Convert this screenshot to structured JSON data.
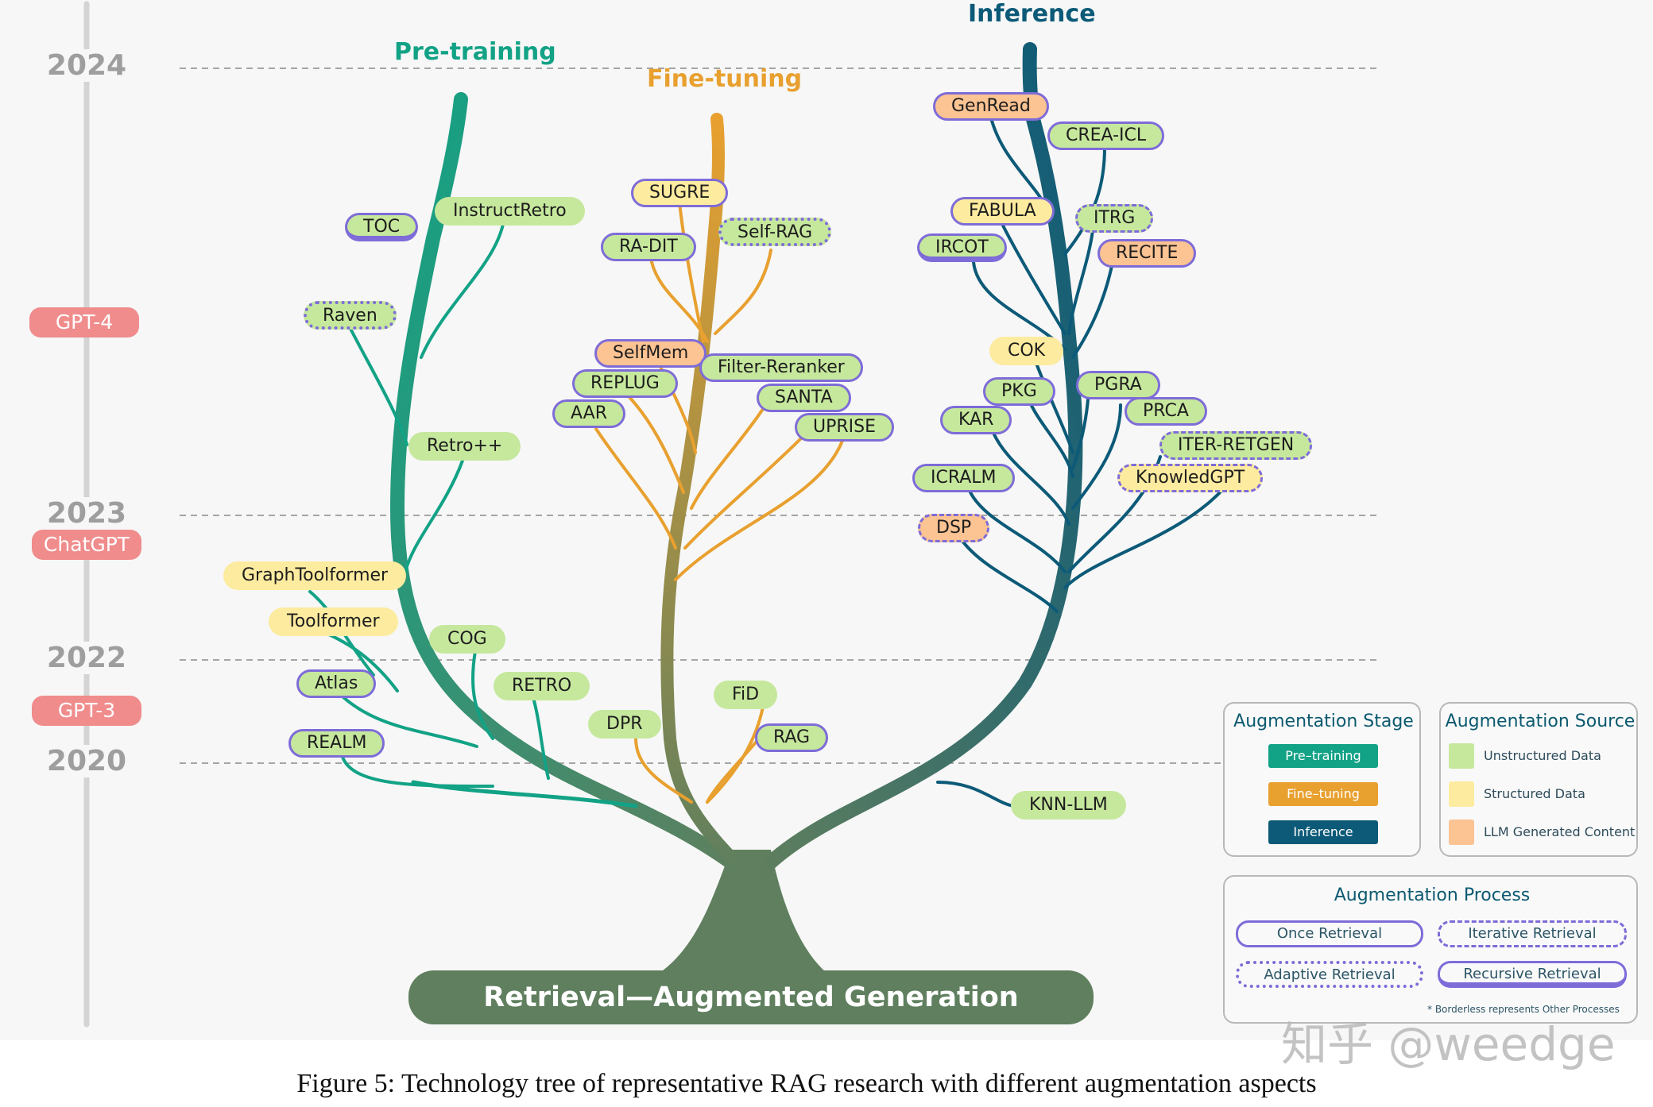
{
  "colors": {
    "pretraining": "#12a286",
    "finetuning": "#e8a02f",
    "inference": "#0c5a78",
    "trunk": "#5f7f5e",
    "unstructured": "#c6e89d",
    "structured": "#fdeb9f",
    "llm_generated": "#fcc393",
    "process_border": "#7e6cd8",
    "milestone": "#f08c8c",
    "year": "#9e9e9e"
  },
  "timeline": {
    "years": [
      "2024",
      "2023",
      "2022",
      "2020"
    ],
    "milestones": [
      "GPT-4",
      "ChatGPT",
      "GPT-3"
    ]
  },
  "stages": {
    "pretraining": "Pre-training",
    "finetuning": "Fine-tuning",
    "inference": "Inference"
  },
  "root_label": "Retrieval—Augmented Generation",
  "nodes": {
    "TOC": {
      "label": "TOC",
      "source": "unstructured",
      "process": "recursive"
    },
    "InstructRetro": {
      "label": "InstructRetro",
      "source": "unstructured",
      "process": "none"
    },
    "Raven": {
      "label": "Raven",
      "source": "unstructured",
      "process": "adaptive"
    },
    "RetroPP": {
      "label": "Retro++",
      "source": "unstructured",
      "process": "none"
    },
    "GraphToolformer": {
      "label": "GraphToolformer",
      "source": "structured",
      "process": "none"
    },
    "Toolformer": {
      "label": "Toolformer",
      "source": "structured",
      "process": "none"
    },
    "COG": {
      "label": "COG",
      "source": "unstructured",
      "process": "none"
    },
    "Atlas": {
      "label": "Atlas",
      "source": "unstructured",
      "process": "once"
    },
    "RETRO": {
      "label": "RETRO",
      "source": "unstructured",
      "process": "none"
    },
    "REALM": {
      "label": "REALM",
      "source": "unstructured",
      "process": "once"
    },
    "SUGRE": {
      "label": "SUGRE",
      "source": "structured",
      "process": "once"
    },
    "SelfRAG": {
      "label": "Self-RAG",
      "source": "unstructured",
      "process": "adaptive"
    },
    "RADIT": {
      "label": "RA-DIT",
      "source": "unstructured",
      "process": "once"
    },
    "SelfMem": {
      "label": "SelfMem",
      "source": "llm",
      "process": "once"
    },
    "FilterReranker": {
      "label": "Filter-Reranker",
      "source": "unstructured",
      "process": "once"
    },
    "REPLUG": {
      "label": "REPLUG",
      "source": "unstructured",
      "process": "once"
    },
    "SANTA": {
      "label": "SANTA",
      "source": "unstructured",
      "process": "once"
    },
    "AAR": {
      "label": "AAR",
      "source": "unstructured",
      "process": "once"
    },
    "UPRISE": {
      "label": "UPRISE",
      "source": "unstructured",
      "process": "once"
    },
    "DPR": {
      "label": "DPR",
      "source": "unstructured",
      "process": "none"
    },
    "FiD": {
      "label": "FiD",
      "source": "unstructured",
      "process": "none"
    },
    "RAG": {
      "label": "RAG",
      "source": "unstructured",
      "process": "once"
    },
    "GenRead": {
      "label": "GenRead",
      "source": "llm",
      "process": "once"
    },
    "CREAICL": {
      "label": "CREA-ICL",
      "source": "unstructured",
      "process": "once"
    },
    "FABULA": {
      "label": "FABULA",
      "source": "structured",
      "process": "once"
    },
    "ITRG": {
      "label": "ITRG",
      "source": "unstructured",
      "process": "iterative"
    },
    "IRCOT": {
      "label": "IRCOT",
      "source": "unstructured",
      "process": "recursive"
    },
    "RECITE": {
      "label": "RECITE",
      "source": "llm",
      "process": "once"
    },
    "COK": {
      "label": "COK",
      "source": "structured",
      "process": "none"
    },
    "PKG": {
      "label": "PKG",
      "source": "unstructured",
      "process": "once"
    },
    "PGRA": {
      "label": "PGRA",
      "source": "unstructured",
      "process": "once"
    },
    "KAR": {
      "label": "KAR",
      "source": "unstructured",
      "process": "once"
    },
    "PRCA": {
      "label": "PRCA",
      "source": "unstructured",
      "process": "once"
    },
    "ITERRETGEN": {
      "label": "ITER-RETGEN",
      "source": "unstructured",
      "process": "iterative"
    },
    "ICRALM": {
      "label": "ICRALM",
      "source": "unstructured",
      "process": "once"
    },
    "KnowledGPT": {
      "label": "KnowledGPT",
      "source": "structured",
      "process": "iterative"
    },
    "DSP": {
      "label": "DSP",
      "source": "llm",
      "process": "iterative"
    },
    "KNNLLM": {
      "label": "KNN-LLM",
      "source": "unstructured",
      "process": "none"
    }
  },
  "legend": {
    "stage_title": "Augmentation Stage",
    "stages": [
      "Pre–training",
      "Fine–tuning",
      "Inference"
    ],
    "source_title": "Augmentation Source",
    "sources": [
      "Unstructured Data",
      "Structured Data",
      "LLM Generated Content"
    ],
    "process_title": "Augmentation Process",
    "processes": {
      "once": "Once Retrieval",
      "iterative": "Iterative Retrieval",
      "adaptive": "Adaptive Retrieval",
      "recursive": "Recursive Retrieval"
    },
    "note": "* Borderless represents Other Processes"
  },
  "watermark": "知乎 @weedge",
  "caption": "Figure 5: Technology tree of representative RAG research with different augmentation aspects"
}
